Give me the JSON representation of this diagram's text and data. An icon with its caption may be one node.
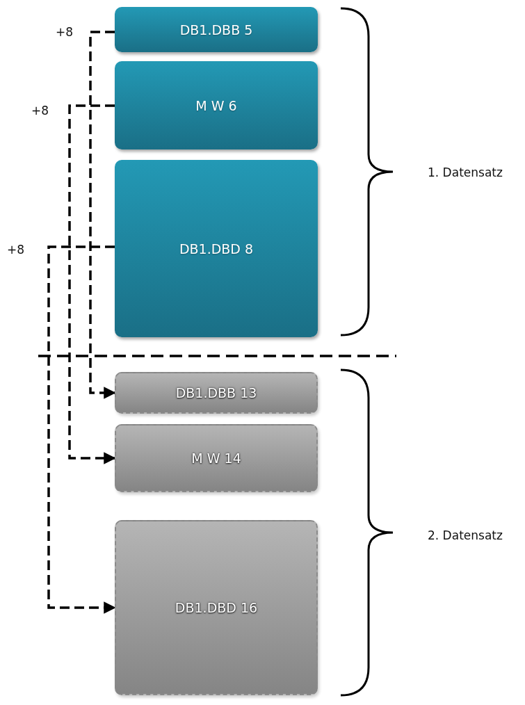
{
  "diagram": {
    "nodes": [
      {
        "text": [
          "DB1.DBB 5"
        ]
      },
      {
        "text": [
          "M W 6"
        ]
      },
      {
        "text": [
          "DB1.DBD 8"
        ]
      },
      {
        "text": [
          "DB1.DBB 13"
        ]
      },
      {
        "text": [
          "M W 14"
        ]
      },
      {
        "text": [
          "DB1.DBD 16"
        ]
      }
    ],
    "edges": [
      {
        "from": 0,
        "to": 3,
        "arrow": "to",
        "label": "+8",
        "style": "dashed"
      },
      {
        "from": 1,
        "to": 4,
        "arrow": "to",
        "label": "+8",
        "style": "dashed"
      },
      {
        "from": 2,
        "to": 5,
        "arrow": "to",
        "label": "+8",
        "style": "dashed"
      }
    ],
    "labels": [
      "1. Datensatz",
      "2. Datensatz"
    ]
  }
}
